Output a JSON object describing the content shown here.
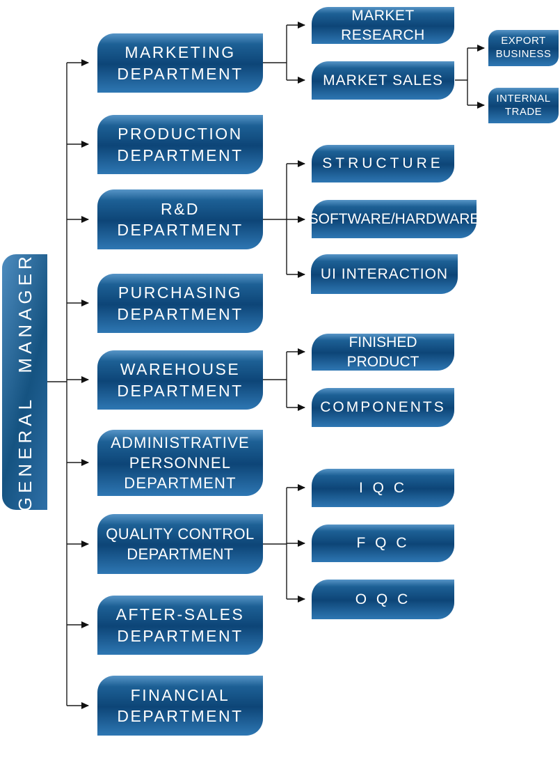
{
  "diagram_type": "organization-chart",
  "colors": {
    "node_gradient_top": "#5795c7",
    "node_gradient_dark": "#0d4577",
    "node_gradient_bottom": "#2e77b3",
    "gm_gradient_left": "#4e8cbf",
    "connector_line": "#1a1a1a",
    "text": "#ffffff",
    "background": "#ffffff"
  },
  "tree": {
    "label": "GENERAL MANAGER",
    "children": [
      {
        "label": "MARKETING\nDEPARTMENT",
        "children": [
          {
            "label": "MARKET RESEARCH"
          },
          {
            "label": "MARKET SALES",
            "children": [
              {
                "label": "EXPORT\nBUSINESS"
              },
              {
                "label": "INTERNAL\nTRADE"
              }
            ]
          }
        ]
      },
      {
        "label": "PRODUCTION\nDEPARTMENT"
      },
      {
        "label": "R&D\nDEPARTMENT",
        "children": [
          {
            "label": "STRUCTURE"
          },
          {
            "label": "SOFTWARE/HARDWARE"
          },
          {
            "label": "UI INTERACTION"
          }
        ]
      },
      {
        "label": "PURCHASING\nDEPARTMENT"
      },
      {
        "label": "WAREHOUSE\nDEPARTMENT",
        "children": [
          {
            "label": "FINISHED PRODUCT"
          },
          {
            "label": "COMPONENTS"
          }
        ]
      },
      {
        "label": "ADMINISTRATIVE\nPERSONNEL\nDEPARTMENT"
      },
      {
        "label": "QUALITY CONTROL\nDEPARTMENT",
        "children": [
          {
            "label": "I Q C"
          },
          {
            "label": "F Q C"
          },
          {
            "label": "O Q C"
          }
        ]
      },
      {
        "label": "AFTER-SALES\nDEPARTMENT"
      },
      {
        "label": "FINANCIAL\nDEPARTMENT"
      }
    ]
  }
}
